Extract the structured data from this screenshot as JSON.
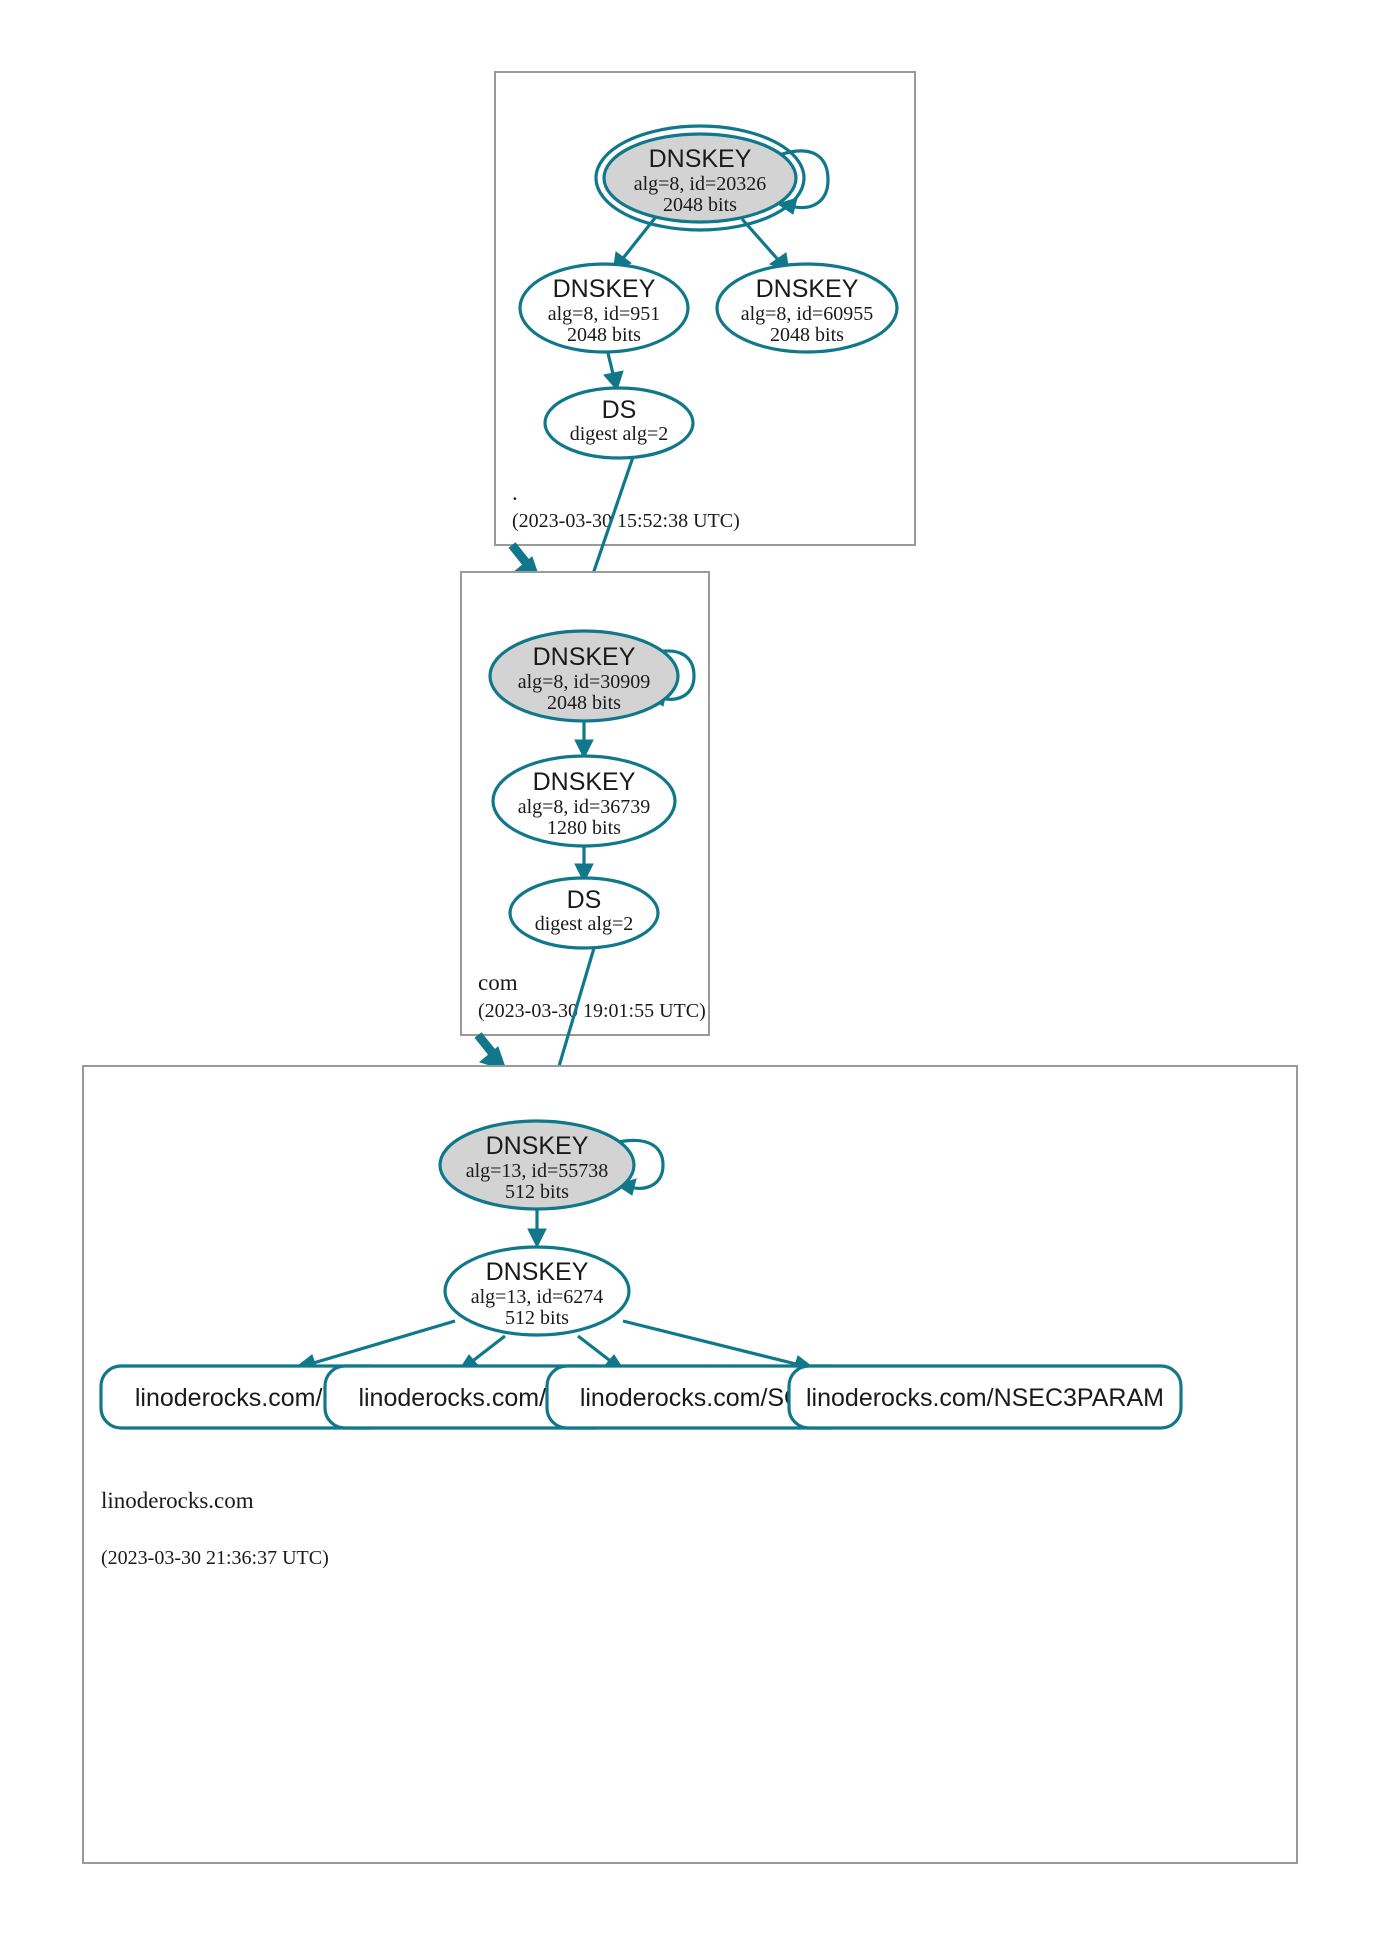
{
  "diagram": {
    "type": "dnssec-chain-of-trust",
    "accent_color": "#11788c",
    "secure_fill_color": "#d3d3d3",
    "zone_border_color": "#9a9a9a",
    "background_color": "#ffffff"
  },
  "zones": [
    {
      "id": "root",
      "name": ".",
      "timestamp": "(2023-03-30 15:52:38 UTC)",
      "nodes": [
        {
          "id": "root-ksk",
          "kind": "DNSKEY",
          "title": "DNSKEY",
          "params": "alg=8, id=20326",
          "size": "2048 bits",
          "style": "trust-anchor-secure"
        },
        {
          "id": "root-zsk-951",
          "kind": "DNSKEY",
          "title": "DNSKEY",
          "params": "alg=8, id=951",
          "size": "2048 bits",
          "style": "plain"
        },
        {
          "id": "root-zsk-60955",
          "kind": "DNSKEY",
          "title": "DNSKEY",
          "params": "alg=8, id=60955",
          "size": "2048 bits",
          "style": "plain"
        },
        {
          "id": "root-ds",
          "kind": "DS",
          "title": "DS",
          "params": "digest alg=2",
          "size": "",
          "style": "plain"
        }
      ]
    },
    {
      "id": "com",
      "name": "com",
      "timestamp": "(2023-03-30 19:01:55 UTC)",
      "nodes": [
        {
          "id": "com-ksk",
          "kind": "DNSKEY",
          "title": "DNSKEY",
          "params": "alg=8, id=30909",
          "size": "2048 bits",
          "style": "secure"
        },
        {
          "id": "com-zsk",
          "kind": "DNSKEY",
          "title": "DNSKEY",
          "params": "alg=8, id=36739",
          "size": "1280 bits",
          "style": "plain"
        },
        {
          "id": "com-ds",
          "kind": "DS",
          "title": "DS",
          "params": "digest alg=2",
          "size": "",
          "style": "plain"
        }
      ]
    },
    {
      "id": "linoderocks",
      "name": "linoderocks.com",
      "timestamp": "(2023-03-30 21:36:37 UTC)",
      "nodes": [
        {
          "id": "lr-ksk",
          "kind": "DNSKEY",
          "title": "DNSKEY",
          "params": "alg=13, id=55738",
          "size": "512 bits",
          "style": "secure"
        },
        {
          "id": "lr-zsk",
          "kind": "DNSKEY",
          "title": "DNSKEY",
          "params": "alg=13, id=6274",
          "size": "512 bits",
          "style": "plain"
        }
      ],
      "rrsets": [
        {
          "id": "rr-ns",
          "label": "linoderocks.com/NS"
        },
        {
          "id": "rr-mx",
          "label": "linoderocks.com/MX"
        },
        {
          "id": "rr-soa",
          "label": "linoderocks.com/SOA"
        },
        {
          "id": "rr-nsec3param",
          "label": "linoderocks.com/NSEC3PARAM"
        }
      ]
    }
  ]
}
